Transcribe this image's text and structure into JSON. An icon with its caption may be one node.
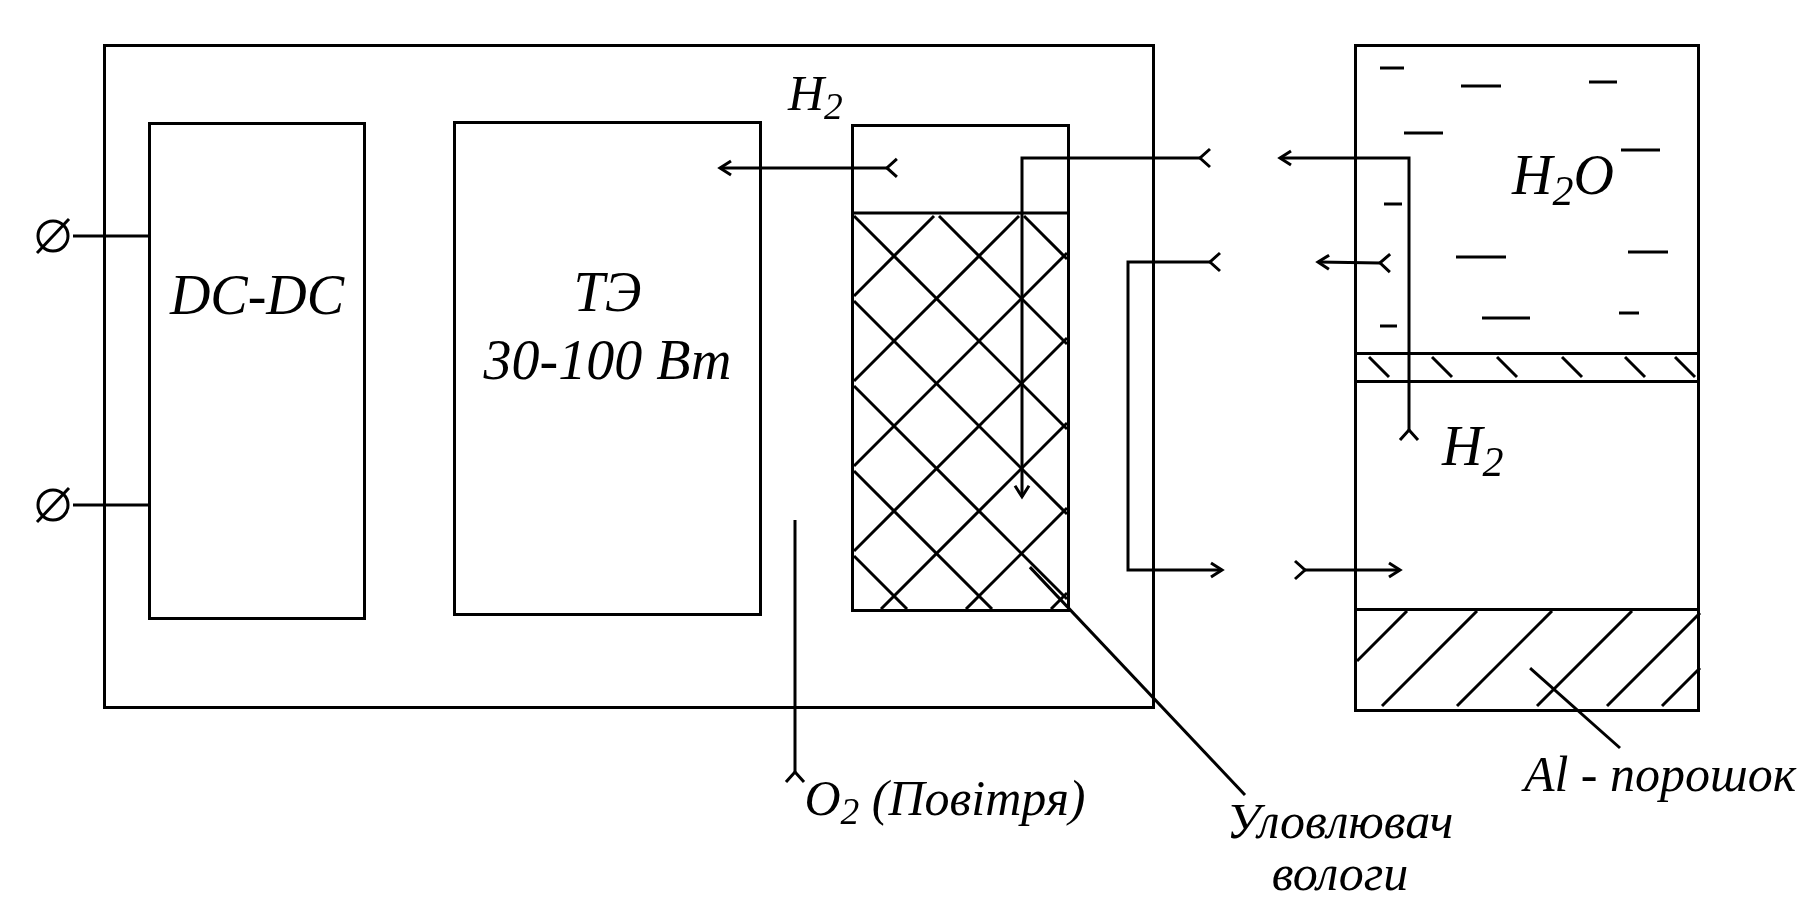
{
  "diagram": {
    "nodes": [
      {
        "text": [],
        "shape": "box"
      },
      {
        "text": [],
        "shape": "circle"
      },
      {
        "text": [],
        "shape": "circle"
      },
      {
        "text": [
          "DC-DC"
        ],
        "in": 0
      },
      {
        "text": [
          "ТЭ",
          "30-100 Вт"
        ],
        "in": 0
      },
      {
        "text": [],
        "shape": "box",
        "in": 0
      },
      {
        "text": [
          "O$_{2}$ (Повітря)"
        ]
      },
      {
        "text": [
          "Уловлювач вологи"
        ]
      },
      {
        "text": [],
        "shape": "box"
      },
      {
        "text": [
          "H$_{2}$O"
        ],
        "in": 8
      },
      {
        "text": [],
        "shape": "bar",
        "in": 8
      },
      {
        "text": [
          "H$_{2}$"
        ],
        "in": 8
      },
      {
        "text": [],
        "shape": "box",
        "in": 8
      },
      {
        "text": [
          "Al - порошок"
        ]
      }
    ],
    "edges": [
      {
        "from": 1,
        "to": 3,
        "arrow": "none"
      },
      {
        "from": 2,
        "to": 3,
        "arrow": "none"
      },
      {
        "from": 5,
        "to": 4,
        "arrow": "to",
        "label": "H$_{2}$"
      },
      {
        "from": 11,
        "to": null,
        "arrow": "to"
      },
      {
        "from": null,
        "to": 5,
        "arrow": "to"
      },
      {
        "from": 9,
        "to": null,
        "arrow": "to"
      },
      {
        "from": null,
        "to": 11,
        "arrow": "to"
      },
      {
        "from": 6,
        "to": null,
        "arrow": "other"
      },
      {
        "from": 7,
        "to": 5,
        "arrow": "none"
      },
      {
        "from": 13,
        "to": 12,
        "arrow": "none"
      }
    ]
  }
}
